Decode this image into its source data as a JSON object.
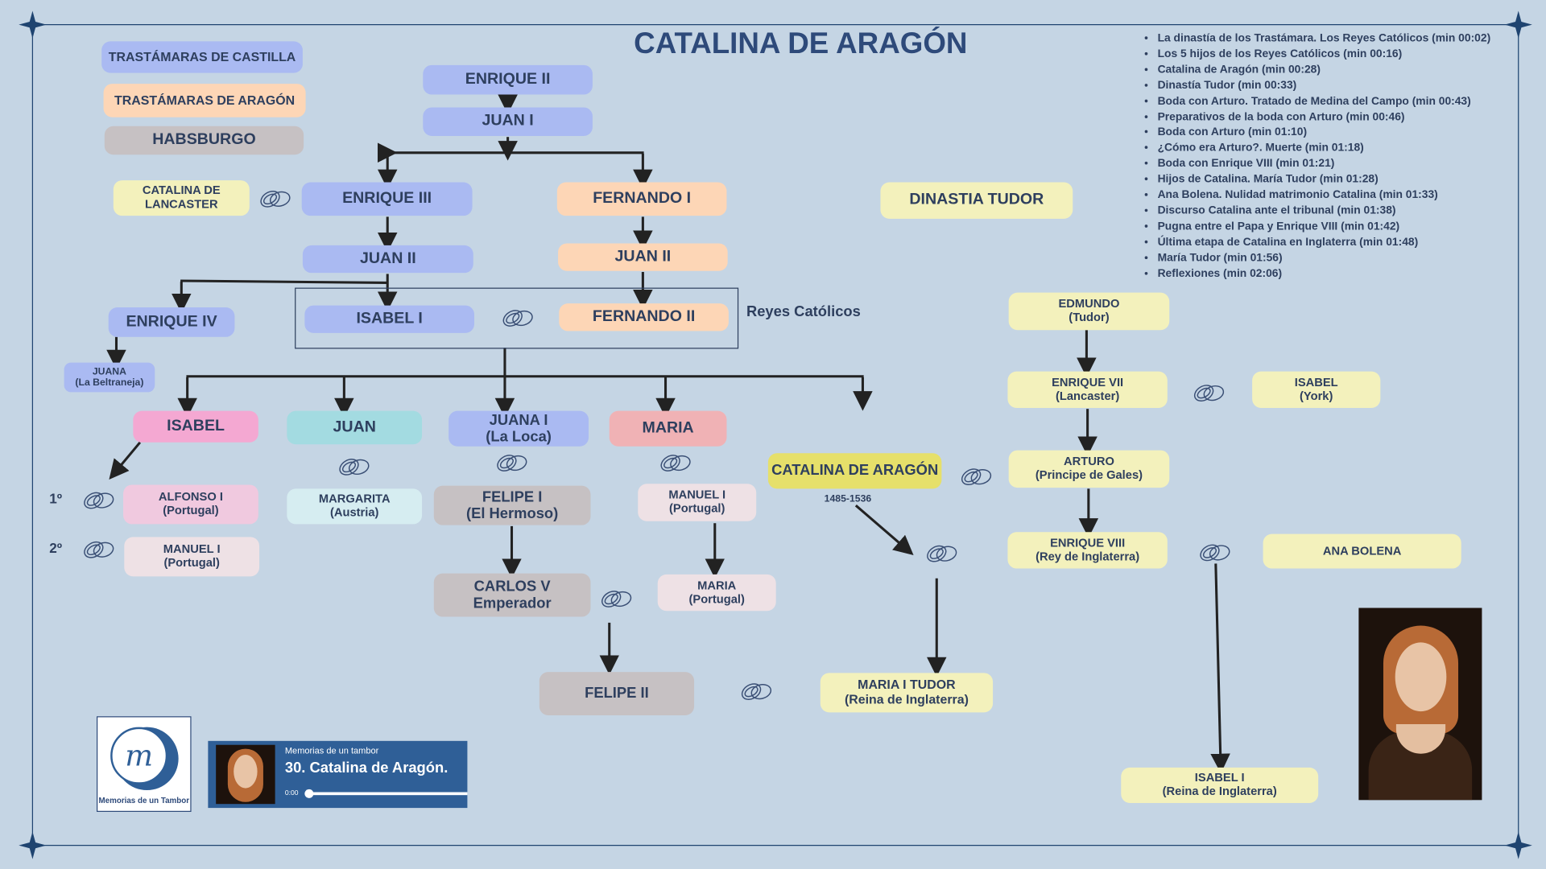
{
  "title": "CATALINA DE ARAGÓN",
  "legend": {
    "castilla": "TRASTÁMARAS DE CASTILLA",
    "aragon": "TRASTÁMARAS DE ARAGÓN",
    "habsburgo": "HABSBURGO"
  },
  "colors": {
    "background": "#c5d5e4",
    "castilla": "#aabaf2",
    "aragon": "#fdd6b6",
    "habsburgo": "#c6c1c3",
    "tudor": "#f3f1bc",
    "text": "#2e3f5e"
  },
  "trastamara": {
    "enrique2": "ENRIQUE II",
    "juan1": "JUAN I",
    "catalina_lancaster": "CATALINA DE\nLANCASTER",
    "enrique3": "ENRIQUE III",
    "fernando1": "FERNANDO I",
    "juan2_castilla": "JUAN II",
    "juan2_aragon": "JUAN II",
    "enrique4": "ENRIQUE IV",
    "isabel1": "ISABEL I",
    "fernando2": "FERNANDO II",
    "reyes_catolicos": "Reyes Católicos",
    "juana_beltraneja": "JUANA\n(La Beltraneja)"
  },
  "children": {
    "isabel": "ISABEL",
    "juan": "JUAN",
    "juana": "JUANA I\n(La Loca)",
    "maria": "MARIA",
    "catalina": "CATALINA DE ARAGÓN",
    "catalina_years": "1485-1536",
    "ordinal1": "1º",
    "ordinal2": "2º",
    "alfonso": "ALFONSO I\n(Portugal)",
    "manuel_isabel": "MANUEL I\n(Portugal)",
    "margarita": "MARGARITA\n(Austria)",
    "felipe1": "FELIPE I\n(El Hermoso)",
    "manuel_maria": "MANUEL I\n(Portugal)",
    "carlos5": "CARLOS V\nEmperador",
    "maria_portugal": "MARIA\n(Portugal)",
    "felipe2": "FELIPE II",
    "maria_tudor": "MARIA I TUDOR\n(Reina de Inglaterra)"
  },
  "tudor": {
    "heading": "DINASTIA TUDOR",
    "edmundo": "EDMUNDO\n(Tudor)",
    "enrique7": "ENRIQUE VII\n(Lancaster)",
    "isabel_york": "ISABEL\n(York)",
    "arturo": "ARTURO\n(Principe de Gales)",
    "enrique8": "ENRIQUE VIII\n(Rey de Inglaterra)",
    "ana_bolena": "ANA BOLENA",
    "isabel_reina": "ISABEL I\n(Reina de Inglaterra)"
  },
  "episodes": [
    "La dinastía de los Trastámara. Los Reyes Católicos (min 00:02)",
    "Los 5 hijos de los Reyes Católicos (min 00:16)",
    "Catalina de Aragón (min 00:28)",
    "Dinastía Tudor (min 00:33)",
    "Boda con Arturo. Tratado de Medina del Campo (min 00:43)",
    "Preparativos de la boda con Arturo (min 00:46)",
    "Boda con Arturo (min 01:10)",
    "¿Cómo era Arturo?. Muerte (min 01:18)",
    "Boda con Enrique VIII (min 01:21)",
    "Hijos de Catalina. María Tudor (min 01:28)",
    "Ana Bolena. Nulidad matrimonio Catalina (min 01:33)",
    "Discurso Catalina ante el tribunal (min 01:38)",
    "Pugna entre el Papa y Enrique VIII (min 01:42)",
    "Última etapa de Catalina en Inglaterra (min 01:48)",
    "María Tudor (min 01:56)",
    "Reflexiones (min 02:06)"
  ],
  "logo": {
    "caption": "Memorias de un Tambor"
  },
  "player": {
    "podcast": "Memorias de un tambor",
    "episode": "30. Catalina de Aragón.",
    "time": "0:00",
    "progress": 0
  }
}
